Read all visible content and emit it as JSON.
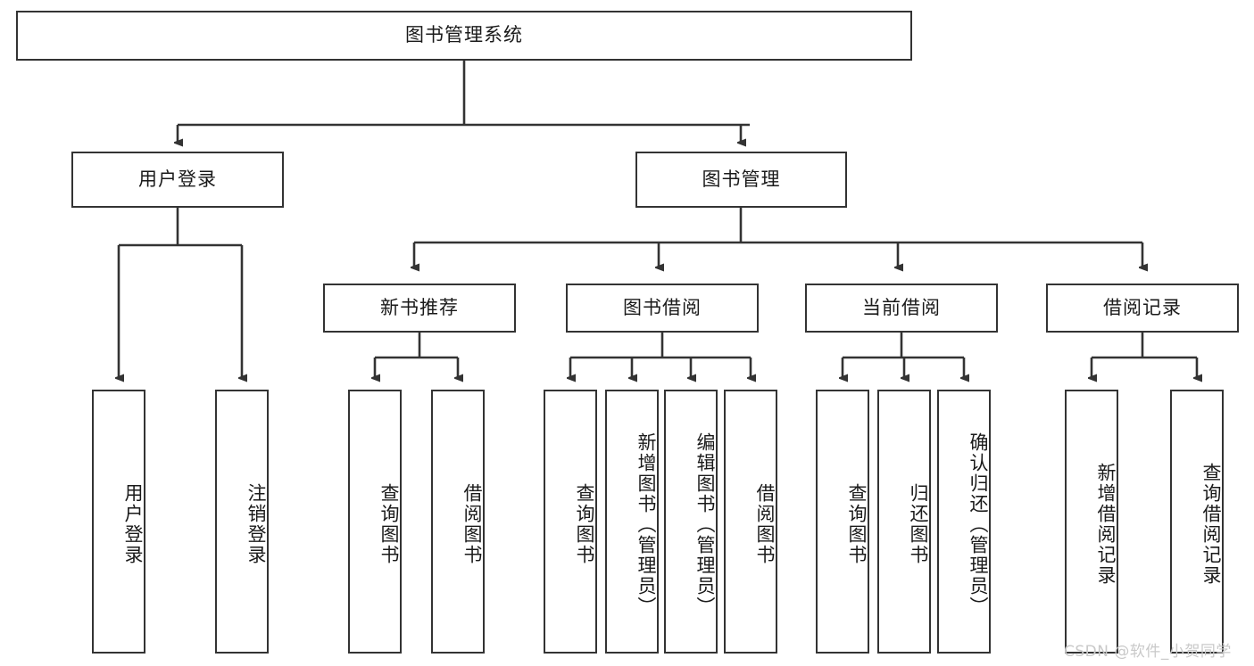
{
  "diagram": {
    "title": "图书管理系统",
    "type": "tree-hierarchy",
    "watermark": "CSDN @软件_小贺同学",
    "colors": {
      "box_border": "#333333",
      "box_fill": "#ffffff",
      "edge": "#333333",
      "text": "#1a1a1a",
      "watermark": "#c9c9c9",
      "background": "#ffffff"
    },
    "nodes": {
      "root": {
        "label": "图书管理系统",
        "orientation": "horizontal"
      },
      "l1": [
        {
          "id": "user-login",
          "label": "用户登录",
          "orientation": "horizontal"
        },
        {
          "id": "book-manage",
          "label": "图书管理",
          "orientation": "horizontal"
        }
      ],
      "l2": [
        {
          "id": "new-book-rec",
          "label": "新书推荐",
          "orientation": "horizontal"
        },
        {
          "id": "book-borrow",
          "label": "图书借阅",
          "orientation": "horizontal"
        },
        {
          "id": "current-borrow",
          "label": "当前借阅",
          "orientation": "horizontal"
        },
        {
          "id": "borrow-record",
          "label": "借阅记录",
          "orientation": "horizontal"
        }
      ],
      "leaves": {
        "user_login": [
          {
            "id": "leaf-user-login",
            "label": "用户登录",
            "orientation": "vertical"
          },
          {
            "id": "leaf-logout-login",
            "label": "注销登录",
            "orientation": "vertical"
          }
        ],
        "new_book_rec": [
          {
            "id": "leaf-query-book-1",
            "label": "查询图书",
            "orientation": "vertical"
          },
          {
            "id": "leaf-borrow-book-1",
            "label": "借阅图书",
            "orientation": "vertical"
          }
        ],
        "book_borrow": [
          {
            "id": "leaf-query-book-2",
            "label": "查询图书",
            "orientation": "vertical"
          },
          {
            "id": "leaf-add-book",
            "label": "新增图书（管理员）",
            "orientation": "vertical"
          },
          {
            "id": "leaf-edit-book",
            "label": "编辑图书（管理员）",
            "orientation": "vertical"
          },
          {
            "id": "leaf-borrow-book-2",
            "label": "借阅图书",
            "orientation": "vertical"
          }
        ],
        "current_borrow": [
          {
            "id": "leaf-query-book-3",
            "label": "查询图书",
            "orientation": "vertical"
          },
          {
            "id": "leaf-return-book",
            "label": "归还图书",
            "orientation": "vertical"
          },
          {
            "id": "leaf-confirm-return",
            "label": "确认归还（管理员）",
            "orientation": "vertical"
          }
        ],
        "borrow_record": [
          {
            "id": "leaf-add-record",
            "label": "新增借阅记录",
            "orientation": "vertical"
          },
          {
            "id": "leaf-query-record",
            "label": "查询借阅记录",
            "orientation": "vertical"
          }
        ]
      }
    }
  }
}
